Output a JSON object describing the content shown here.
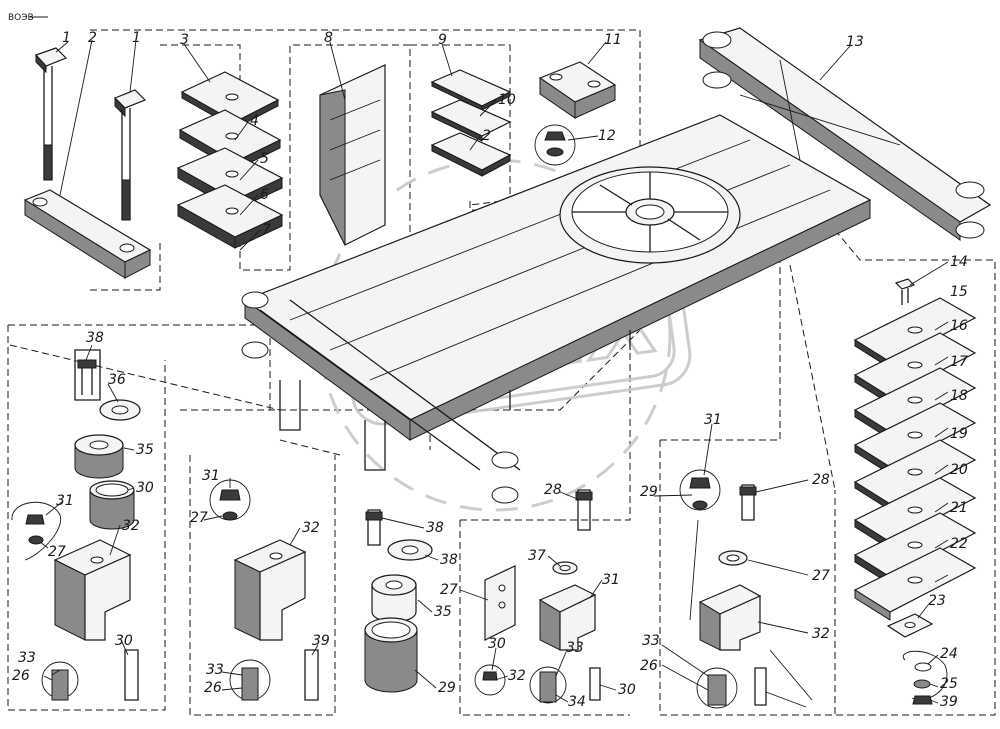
{
  "header_mark": "ВОЭВ",
  "watermark": "OPEX",
  "callouts": [
    {
      "id": "c1",
      "text": "1"
    },
    {
      "id": "c2a",
      "text": "2"
    },
    {
      "id": "c1b",
      "text": "1"
    },
    {
      "id": "c3",
      "text": "3"
    },
    {
      "id": "c4",
      "text": "4"
    },
    {
      "id": "c5",
      "text": "5"
    },
    {
      "id": "c6",
      "text": "6"
    },
    {
      "id": "c7",
      "text": "7"
    },
    {
      "id": "c8",
      "text": "8"
    },
    {
      "id": "c9",
      "text": "9"
    },
    {
      "id": "c10",
      "text": "10"
    },
    {
      "id": "c2b",
      "text": "2"
    },
    {
      "id": "c11",
      "text": "11"
    },
    {
      "id": "c12",
      "text": "12"
    },
    {
      "id": "c13",
      "text": "13"
    },
    {
      "id": "c14",
      "text": "14"
    },
    {
      "id": "c15",
      "text": "15"
    },
    {
      "id": "c16",
      "text": "16"
    },
    {
      "id": "c17",
      "text": "17"
    },
    {
      "id": "c18",
      "text": "18"
    },
    {
      "id": "c19",
      "text": "19"
    },
    {
      "id": "c20",
      "text": "20"
    },
    {
      "id": "c21",
      "text": "21"
    },
    {
      "id": "c22",
      "text": "22"
    },
    {
      "id": "c23",
      "text": "23"
    },
    {
      "id": "c24",
      "text": "24"
    },
    {
      "id": "c25",
      "text": "25"
    },
    {
      "id": "c39a",
      "text": "39"
    },
    {
      "id": "c38a",
      "text": "38"
    },
    {
      "id": "c36",
      "text": "36"
    },
    {
      "id": "c35a",
      "text": "35"
    },
    {
      "id": "c30a",
      "text": "30"
    },
    {
      "id": "c31a",
      "text": "31"
    },
    {
      "id": "c27a",
      "text": "27"
    },
    {
      "id": "c32a",
      "text": "32"
    },
    {
      "id": "c33a",
      "text": "33"
    },
    {
      "id": "c26a",
      "text": "26"
    },
    {
      "id": "c30b",
      "text": "30"
    },
    {
      "id": "c31b",
      "text": "31"
    },
    {
      "id": "c27b",
      "text": "27"
    },
    {
      "id": "c32b",
      "text": "32"
    },
    {
      "id": "c33b",
      "text": "33"
    },
    {
      "id": "c26b",
      "text": "26"
    },
    {
      "id": "c39b",
      "text": "39"
    },
    {
      "id": "c38b",
      "text": "38"
    },
    {
      "id": "c38c",
      "text": "38"
    },
    {
      "id": "c35b",
      "text": "35"
    },
    {
      "id": "c29a",
      "text": "29"
    },
    {
      "id": "c28a",
      "text": "28"
    },
    {
      "id": "c37",
      "text": "37"
    },
    {
      "id": "c27c",
      "text": "27"
    },
    {
      "id": "c31c",
      "text": "31"
    },
    {
      "id": "c30c",
      "text": "30"
    },
    {
      "id": "c32c",
      "text": "32"
    },
    {
      "id": "c33c",
      "text": "33"
    },
    {
      "id": "c34",
      "text": "34"
    },
    {
      "id": "c30d",
      "text": "30"
    },
    {
      "id": "c31d",
      "text": "31"
    },
    {
      "id": "c29b",
      "text": "29"
    },
    {
      "id": "c28b",
      "text": "28"
    },
    {
      "id": "c27d",
      "text": "27"
    },
    {
      "id": "c32d",
      "text": "32"
    },
    {
      "id": "c33d",
      "text": "33"
    },
    {
      "id": "c26d",
      "text": "26"
    }
  ]
}
